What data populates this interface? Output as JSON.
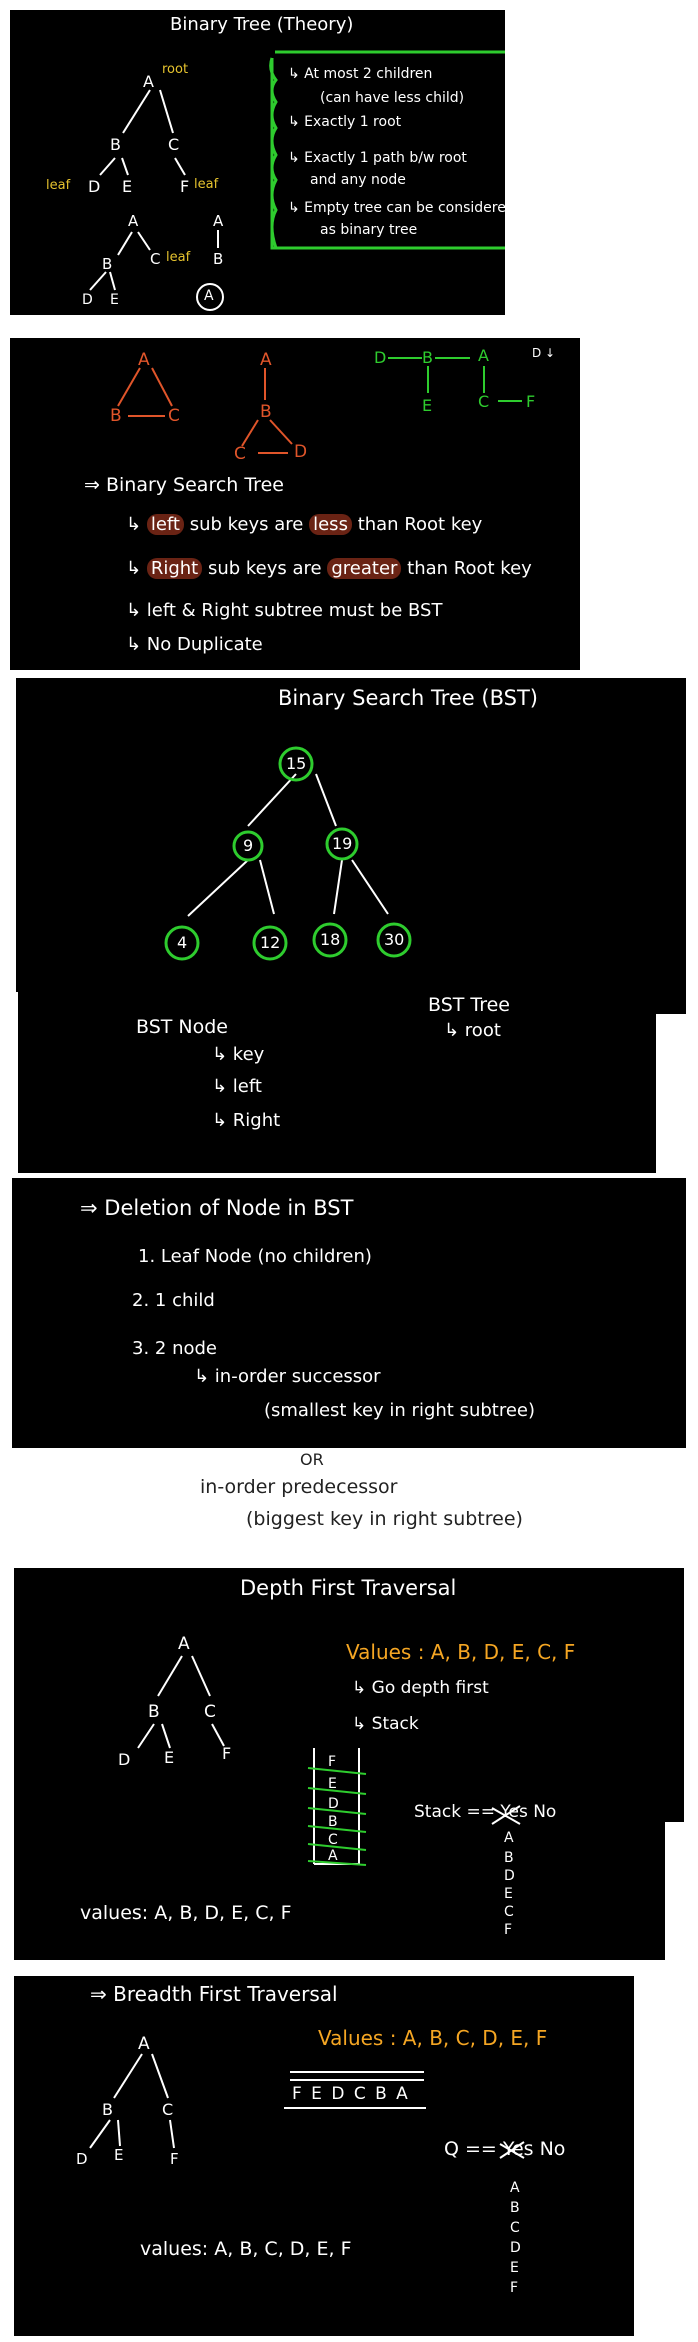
{
  "panel1": {
    "title": "Binary Tree (Theory)",
    "tree_nodes": [
      "A",
      "B",
      "C",
      "D",
      "E",
      "F"
    ],
    "root_label": "root",
    "leaf_labels": [
      "leaf",
      "leaf"
    ],
    "tree2_nodes": [
      "A",
      "B",
      "C",
      "D",
      "E"
    ],
    "tree2_leaf": "leaf",
    "tree3_nodes": [
      "A",
      "B"
    ],
    "circle_label": "A",
    "rules": [
      "↳ At most 2 children",
      "(can have less child)",
      "↳ Exactly 1 root",
      "↳ Exactly 1 path b/w root",
      "and any node",
      "↳ Empty tree can be considered",
      "as binary tree"
    ]
  },
  "panel2": {
    "cycle_nodes": [
      "A",
      "B",
      "C"
    ],
    "tri_nodes": [
      "A",
      "B",
      "C",
      "D"
    ],
    "green_nodes": [
      "D",
      "B",
      "A",
      "E",
      "C",
      "F"
    ],
    "bst_title": "⇒ Binary Search Tree",
    "rule1_pre": "↳",
    "rule1_hl": "left",
    "rule1_mid": "sub keys are",
    "rule1_hl2": "less",
    "rule1_post": "than Root key",
    "rule2_pre": "↳",
    "rule2_hl": "Right",
    "rule2_mid": "sub keys are",
    "rule2_hl2": "greater",
    "rule2_post": "than Root key",
    "rule3": "↳ left & Right subtree must be BST",
    "rule4": "↳ No Duplicate",
    "corner": "D ↓"
  },
  "panel3": {
    "title": "Binary Search Tree (BST)",
    "nodes": [
      "15",
      "9",
      "19",
      "4",
      "12",
      "18",
      "30"
    ],
    "bst_node": "BST Node",
    "node_fields": [
      "↳ key",
      "↳ left",
      "↳ Right"
    ],
    "bst_tree": "BST Tree",
    "tree_fields": [
      "↳ root"
    ]
  },
  "panel4": {
    "title": "⇒ Deletion of Node in BST",
    "items": [
      "1. Leaf Node (no children)",
      "2. 1 child",
      "3. 2 node"
    ],
    "succ": "↳ in-order successor",
    "succ_note": "(smallest key in right subtree)"
  },
  "white_note": {
    "or": "OR",
    "pred": "in-order predecessor",
    "pred_note": "(biggest key in right subtree)"
  },
  "panel5": {
    "title": "Depth First Traversal",
    "nodes": [
      "A",
      "B",
      "C",
      "D",
      "E",
      "F"
    ],
    "values_label": "Values : A, B, D, E, C, F",
    "go": "↳ Go depth first",
    "stack": "↳ Stack",
    "stack_items": [
      "F",
      "E",
      "D",
      "B",
      "C",
      "A"
    ],
    "stack_empty": "Stack == Yes No",
    "popped": [
      "A",
      "B",
      "D",
      "E",
      "C",
      "F"
    ],
    "result": "values: A, B, D, E, C, F"
  },
  "panel6": {
    "title": "⇒ Breadth First Traversal",
    "nodes": [
      "A",
      "B",
      "C",
      "D",
      "E",
      "F"
    ],
    "values_label": "Values : A, B, C, D, E, F",
    "queue": "F E D C B A",
    "q_empty": "Q == Yes No",
    "dequeued": [
      "A",
      "B",
      "C",
      "D",
      "E",
      "F"
    ],
    "result": "values: A, B, C, D, E, F"
  }
}
